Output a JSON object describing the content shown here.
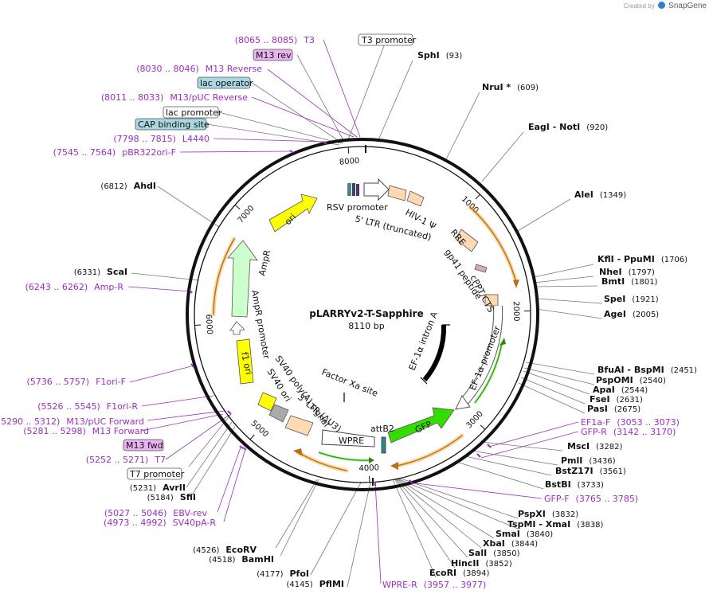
{
  "credit": {
    "created_by": "Created by",
    "brand": "SnapGene"
  },
  "plasmid": {
    "name": "pLARRYv2-T-Sapphire",
    "size": "8110 bp"
  },
  "ticks": [
    "1000",
    "2000",
    "3000",
    "4000",
    "5000",
    "6000",
    "7000",
    "8000"
  ],
  "colors": {
    "primer": "#9b2fbf",
    "ring": "#111111",
    "orange": "#f5a623",
    "yellow": "#ffff00",
    "green": "#33dd00",
    "peach": "#ffd9b3",
    "teal_box": "#a9d8e3",
    "purple_box": "#e7b3f0"
  },
  "sites": [
    {
      "id": "SphI",
      "name": "SphI",
      "pos": "(93)"
    },
    {
      "id": "NruI",
      "name": "NruI *",
      "pos": "(609)"
    },
    {
      "id": "EagI",
      "name": "EagI  - NotI",
      "pos": "(920)"
    },
    {
      "id": "AleI",
      "name": "AleI",
      "pos": "(1349)"
    },
    {
      "id": "KflI",
      "name": "KflI  - PpuMI",
      "pos": "(1706)"
    },
    {
      "id": "NheI",
      "name": "NheI",
      "pos": "(1797)"
    },
    {
      "id": "BmtI",
      "name": "BmtI",
      "pos": "(1801)"
    },
    {
      "id": "SpeI",
      "name": "SpeI",
      "pos": "(1921)"
    },
    {
      "id": "AgeI",
      "name": "AgeI",
      "pos": "(2005)"
    },
    {
      "id": "BfuAI",
      "name": "BfuAI  - BspMI",
      "pos": "(2451)"
    },
    {
      "id": "PspOMI",
      "name": "PspOMI",
      "pos": "(2540)"
    },
    {
      "id": "ApaI",
      "name": "ApaI",
      "pos": "(2544)"
    },
    {
      "id": "FseI",
      "name": "FseI",
      "pos": "(2631)"
    },
    {
      "id": "PasI",
      "name": "PasI",
      "pos": "(2675)"
    },
    {
      "id": "MscI",
      "name": "MscI",
      "pos": "(3282)"
    },
    {
      "id": "PmlI",
      "name": "PmlI",
      "pos": "(3436)"
    },
    {
      "id": "BstZ17I",
      "name": "BstZ17I",
      "pos": "(3561)"
    },
    {
      "id": "BstBI",
      "name": "BstBI",
      "pos": "(3733)"
    },
    {
      "id": "PspXI",
      "name": "PspXI",
      "pos": "(3832)"
    },
    {
      "id": "TspMI",
      "name": "TspMI  - XmaI",
      "pos": "(3838)"
    },
    {
      "id": "SmaI",
      "name": "SmaI",
      "pos": "(3840)"
    },
    {
      "id": "XbaI",
      "name": "XbaI",
      "pos": "(3844)"
    },
    {
      "id": "SalI",
      "name": "SalI",
      "pos": "(3850)"
    },
    {
      "id": "HincII",
      "name": "HincII",
      "pos": "(3852)"
    },
    {
      "id": "EcoRI",
      "name": "EcoRI",
      "pos": "(3894)"
    },
    {
      "id": "PflMI",
      "name": "PflMI",
      "pos": "(4145)"
    },
    {
      "id": "PfoI",
      "name": "PfoI",
      "pos": "(4177)"
    },
    {
      "id": "BamHI",
      "name": "BamHI",
      "pos": "(4518)"
    },
    {
      "id": "EcoRV",
      "name": "EcoRV",
      "pos": "(4526)"
    },
    {
      "id": "SfiI",
      "name": "SfiI",
      "pos": "(5184)"
    },
    {
      "id": "AvrII",
      "name": "AvrII",
      "pos": "(5231)"
    },
    {
      "id": "ScaI",
      "name": "ScaI",
      "pos": "(6331)"
    },
    {
      "id": "AhdI",
      "name": "AhdI",
      "pos": "(6812)"
    }
  ],
  "primers": [
    {
      "id": "T3",
      "range": "(8065 .. 8085)",
      "name": "T3"
    },
    {
      "id": "M13Rev",
      "range": "(8030 .. 8046)",
      "name": "M13 Reverse"
    },
    {
      "id": "M13pUCRev",
      "range": "(8011 .. 8033)",
      "name": "M13/pUC Reverse"
    },
    {
      "id": "L4440",
      "range": "(7798 .. 7815)",
      "name": "L4440"
    },
    {
      "id": "pBR322",
      "range": "(7545 .. 7564)",
      "name": "pBR322ori-F"
    },
    {
      "id": "AmpR",
      "range": "(6243 .. 6262)",
      "name": "Amp-R"
    },
    {
      "id": "F1oriF",
      "range": "(5736 .. 5757)",
      "name": "F1ori-F"
    },
    {
      "id": "F1oriR",
      "range": "(5526 .. 5545)",
      "name": "F1ori-R"
    },
    {
      "id": "M13pUCFwd",
      "range": "(5290 .. 5312)",
      "name": "M13/pUC Forward"
    },
    {
      "id": "M13Fwd",
      "range": "(5281 .. 5298)",
      "name": "M13 Forward"
    },
    {
      "id": "T7",
      "range": "(5252 .. 5271)",
      "name": "T7"
    },
    {
      "id": "EBVrev",
      "range": "(5027 .. 5046)",
      "name": "EBV-rev"
    },
    {
      "id": "SV40pAR",
      "range": "(4973 .. 4992)",
      "name": "SV40pA-R"
    },
    {
      "id": "EF1aF",
      "range": "(3053 .. 3073)",
      "name": "EF1a-F"
    },
    {
      "id": "GFPR",
      "range": "(3142 .. 3170)",
      "name": "GFP-R"
    },
    {
      "id": "GFPF",
      "range": "(3765 .. 3785)",
      "name": "GFP-F"
    },
    {
      "id": "WPRER",
      "range": "(3957 .. 3977)",
      "name": "WPRE-R"
    }
  ],
  "boxes": [
    {
      "id": "T3promoter",
      "label": "T3 promoter"
    },
    {
      "id": "M13rev",
      "label": "M13 rev"
    },
    {
      "id": "lacop",
      "label": "lac operator"
    },
    {
      "id": "lacprom",
      "label": "lac promoter"
    },
    {
      "id": "CAP",
      "label": "CAP binding site"
    },
    {
      "id": "M13fwd",
      "label": "M13 fwd"
    },
    {
      "id": "T7promoter",
      "label": "T7 promoter"
    }
  ],
  "features": [
    {
      "id": "RSV",
      "label": "RSV promoter"
    },
    {
      "id": "LTR5",
      "label": "5' LTR (truncated)"
    },
    {
      "id": "HIV",
      "label": "HIV-1 Ψ"
    },
    {
      "id": "RRE",
      "label": "RRE"
    },
    {
      "id": "gp41",
      "label": "gp41 peptide"
    },
    {
      "id": "cPPT",
      "label": "cPPT/CTS"
    },
    {
      "id": "EF1intron",
      "label": "EF-1α intron A"
    },
    {
      "id": "EF1prom",
      "label": "EF-1α promoter"
    },
    {
      "id": "GFP",
      "label": "GFP"
    },
    {
      "id": "attB2",
      "label": "attB2"
    },
    {
      "id": "WPRE",
      "label": "WPRE"
    },
    {
      "id": "FactorXa",
      "label": "Factor Xa site"
    },
    {
      "id": "LTR3",
      "label": "3' LTR (ΔU3)"
    },
    {
      "id": "SV40pA",
      "label": "SV40 poly(A) signal"
    },
    {
      "id": "SV40ori",
      "label": "SV40 ori"
    },
    {
      "id": "f1ori",
      "label": "f1 ori"
    },
    {
      "id": "AmpRprom",
      "label": "AmpR promoter"
    },
    {
      "id": "AmpR",
      "label": "AmpR"
    },
    {
      "id": "ori",
      "label": "ori"
    }
  ]
}
